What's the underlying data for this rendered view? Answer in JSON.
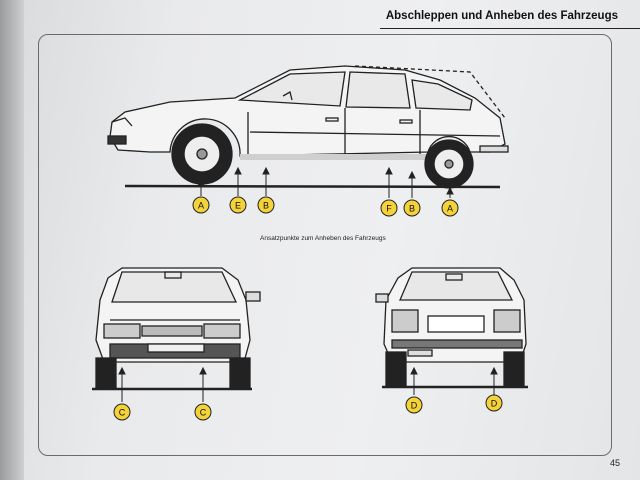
{
  "page": {
    "header_title": "Abschleppen und Anheben des Fahrzeugs",
    "caption": "Ansatzpunkte zum Anheben des Fahrzeugs",
    "page_number": "45"
  },
  "side_view": {
    "markers": [
      "A",
      "E",
      "B",
      "F",
      "B",
      "A"
    ]
  },
  "front_view": {
    "markers": [
      "C",
      "C"
    ]
  },
  "rear_view": {
    "markers": [
      "D",
      "D"
    ]
  },
  "colors": {
    "marker_fill": "#f3d23a",
    "line": "#222222"
  }
}
